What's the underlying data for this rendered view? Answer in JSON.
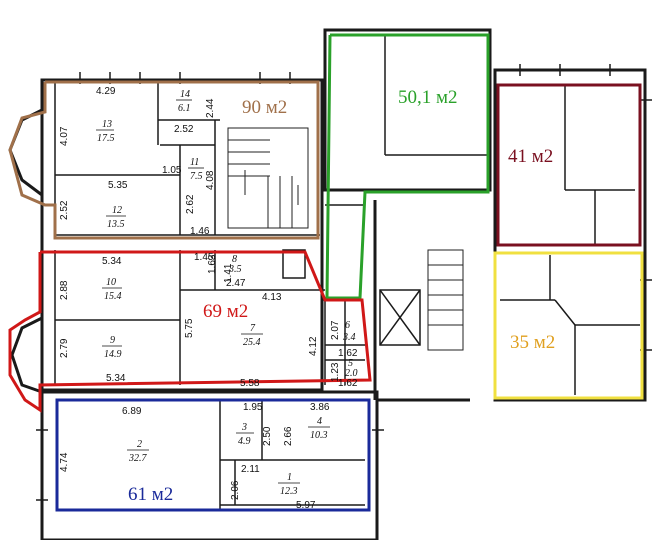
{
  "zones": {
    "z90": {
      "label": "90 м2",
      "color": "#a0704a"
    },
    "z50": {
      "label": "50,1 м2",
      "color": "#2aa12a"
    },
    "z41": {
      "label": "41 м2",
      "color": "#7a1020"
    },
    "z35": {
      "label": "35 м2",
      "color": "#e0a020",
      "border": "#f0e040"
    },
    "z69": {
      "label": "69 м2",
      "color": "#d01818"
    },
    "z61": {
      "label": "61 м2",
      "color": "#1a2a9a"
    }
  },
  "rooms": {
    "r13": {
      "num": "13",
      "area": "17.5"
    },
    "r14": {
      "num": "14",
      "area": "6.1"
    },
    "r11": {
      "num": "11",
      "area": "7.5"
    },
    "r12": {
      "num": "12",
      "area": "13.5"
    },
    "r10": {
      "num": "10",
      "area": "15.4"
    },
    "r8": {
      "num": "8",
      "area": "3.5"
    },
    "r7": {
      "num": "7",
      "area": "25.4"
    },
    "r6": {
      "num": "6",
      "area": "3.4"
    },
    "r5": {
      "num": "5",
      "area": "2.0"
    },
    "r9": {
      "num": "9",
      "area": "14.9"
    },
    "r2": {
      "num": "2",
      "area": "32.7"
    },
    "r3": {
      "num": "3",
      "area": "4.9"
    },
    "r4": {
      "num": "4",
      "area": "10.3"
    },
    "r1": {
      "num": "1",
      "area": "12.3"
    }
  },
  "dims": {
    "d429": "4.29",
    "d407": "4.07",
    "d244": "2.44",
    "d252a": "2.52",
    "d105": "1.05",
    "d408": "4.08",
    "d535": "5.35",
    "d262": "2.62",
    "d252b": "2.52",
    "d146": "1.46",
    "d534a": "5.34",
    "d145": "1.45",
    "d141": "1.41",
    "d163": "1.63",
    "d247": "2.47",
    "d288": "2.88",
    "d413": "4.13",
    "d575": "5.75",
    "d207": "2.07",
    "d412": "4.12",
    "d279": "2.79",
    "d162a": "1.62",
    "d123": "1.23",
    "d534b": "5.34",
    "d558": "5.58",
    "d162b": "1.62",
    "d689": "6.89",
    "d195": "1.95",
    "d386": "3.86",
    "d474": "4.74",
    "d250": "2.50",
    "d266": "2.66",
    "d211": "2.11",
    "d206": "2.06",
    "d597": "5.97"
  }
}
